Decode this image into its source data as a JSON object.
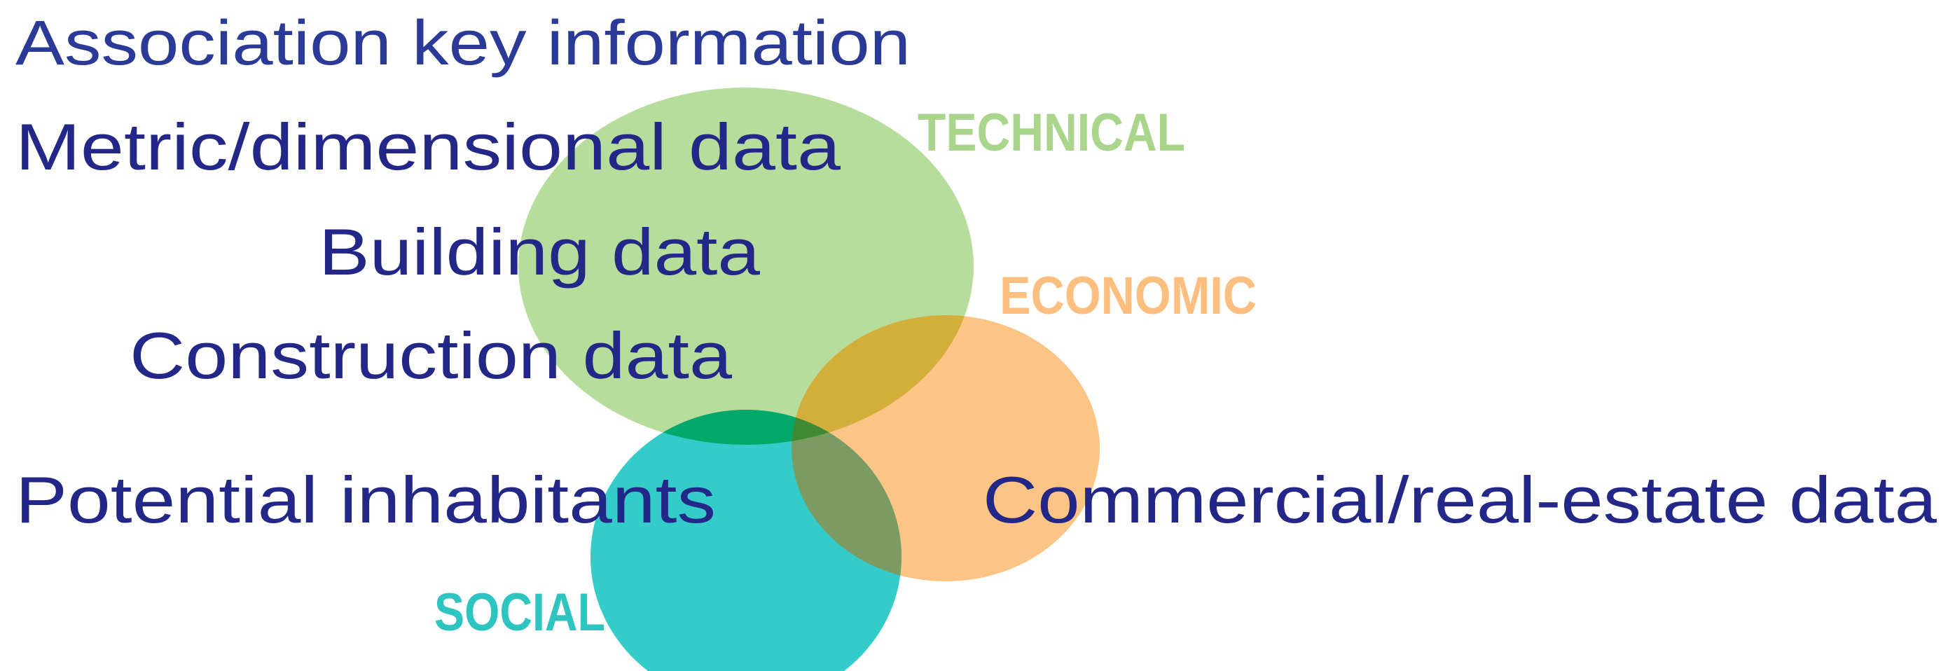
{
  "title": "Association key information",
  "categories": {
    "technical": {
      "label": "TECHNICAL",
      "color": "#b6dd9b",
      "label_color": "#a9d58c"
    },
    "economic": {
      "label": "ECONOMIC",
      "color": "#fdc585",
      "label_color": "#fdbf80"
    },
    "social": {
      "label": "SOCIAL",
      "color": "#33ccc8",
      "label_color": "#2ec5c1"
    }
  },
  "overlap_colors": {
    "technical_social": "#00a86a",
    "technical_economic": "#d2ae3b",
    "economic_social": "#7c9b63",
    "center": "#3f8a32"
  },
  "items": {
    "metric_dimensional": "Metric/dimensional data",
    "building": "Building data",
    "construction": "Construction data",
    "potential_inhabitants": "Potential inhabitants",
    "commercial_real_estate": "Commercial/real-estate data"
  },
  "text_color": "#232787",
  "title_color": "#2a3a96"
}
